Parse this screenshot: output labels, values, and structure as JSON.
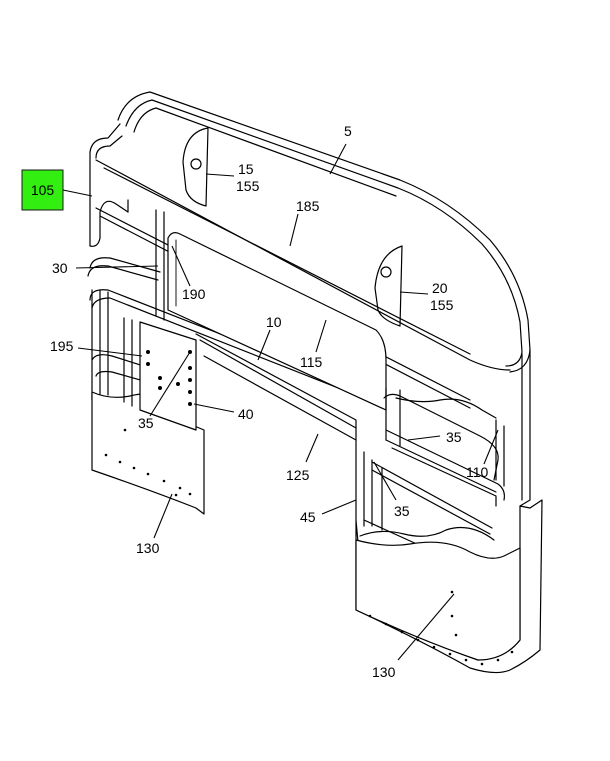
{
  "highlighted_part": {
    "label": "105",
    "color": "#33ee11"
  },
  "callouts": [
    {
      "id": "c5",
      "label": "5"
    },
    {
      "id": "c15",
      "label": "15"
    },
    {
      "id": "c155a",
      "label": "155"
    },
    {
      "id": "c185",
      "label": "185"
    },
    {
      "id": "c30",
      "label": "30"
    },
    {
      "id": "c190",
      "label": "190"
    },
    {
      "id": "c20",
      "label": "20"
    },
    {
      "id": "c155b",
      "label": "155"
    },
    {
      "id": "c10",
      "label": "10"
    },
    {
      "id": "c115",
      "label": "115"
    },
    {
      "id": "c195",
      "label": "195"
    },
    {
      "id": "c35a",
      "label": "35"
    },
    {
      "id": "c40",
      "label": "40"
    },
    {
      "id": "c35b",
      "label": "35"
    },
    {
      "id": "c110",
      "label": "110"
    },
    {
      "id": "c125",
      "label": "125"
    },
    {
      "id": "c35c",
      "label": "35"
    },
    {
      "id": "c45",
      "label": "45"
    },
    {
      "id": "c130a",
      "label": "130"
    },
    {
      "id": "c130b",
      "label": "130"
    }
  ]
}
